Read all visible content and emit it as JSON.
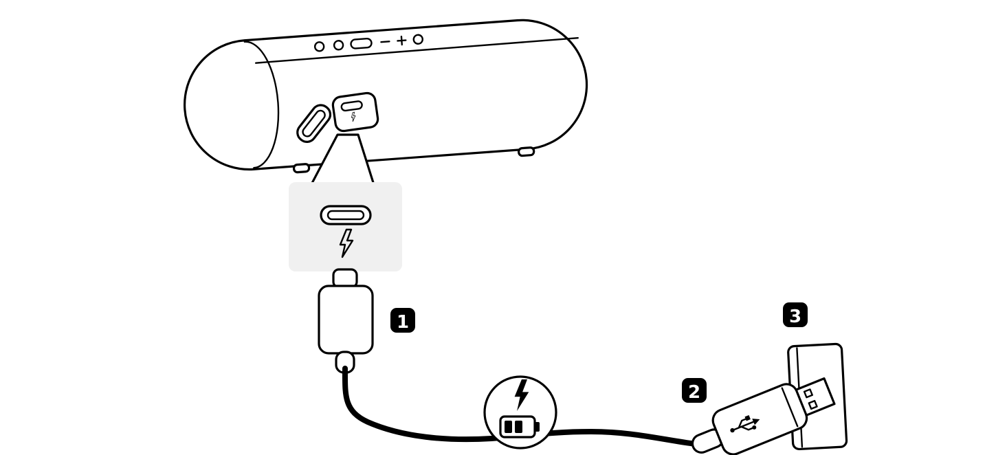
{
  "diagram": {
    "kind": "instructional-line-art",
    "subject": "charging-portable-speaker-via-usb",
    "background_color": "#ffffff",
    "line_color": "#000000",
    "callout_fill": "#f0f0f0",
    "badge_style": {
      "fill": "#000000",
      "text_color": "#ffffff"
    },
    "badges": [
      {
        "label": "1",
        "target": "usb-type-c-connector"
      },
      {
        "label": "2",
        "target": "usb-a-plug"
      },
      {
        "label": "3",
        "target": "wall-outlet"
      }
    ],
    "icons": [
      "lightning-bolt-icon",
      "battery-charging-icon",
      "usb-trident-icon",
      "usb-c-port-icon"
    ]
  }
}
